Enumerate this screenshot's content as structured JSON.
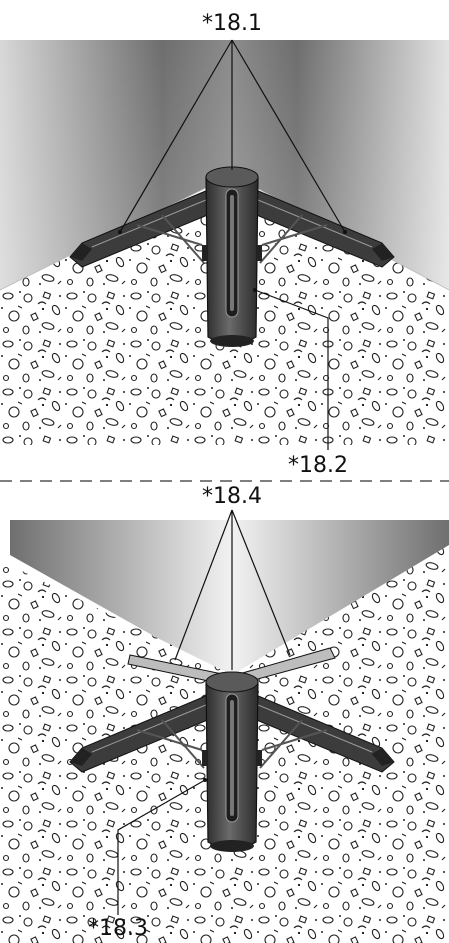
{
  "callouts": {
    "top": "*18.1",
    "floor_top": "*18.2",
    "top_lower": "*18.4",
    "floor_bottom": "*18.3"
  },
  "colors": {
    "wall_dark": "#8a8a8a",
    "wall_light": "#f4f4f4",
    "device_body": "#4a4a4a",
    "device_dark": "#2a2a2a",
    "line": "#111111",
    "floor_texture": "#222222",
    "divider": "#333333"
  },
  "icons": {
    "device": "corner-sensor-device",
    "floor": "terrazzo-floor-texture"
  }
}
